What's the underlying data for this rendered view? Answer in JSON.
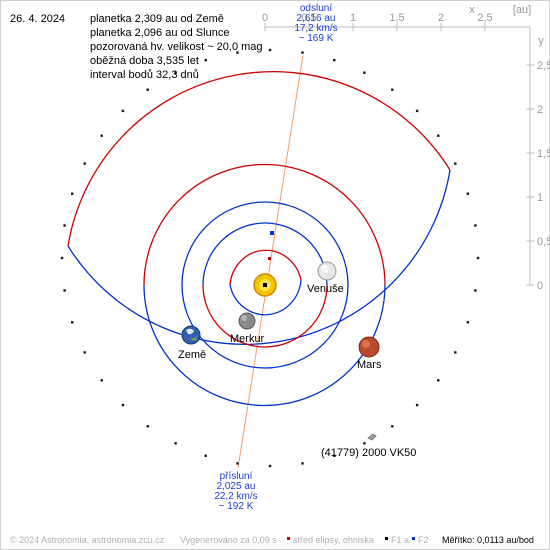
{
  "info": {
    "date": "26. 4. 2024",
    "line1": "planetka 2,309 au od Země",
    "line2": "planetka 2,096 au od Slunce",
    "line3": "pozorovaná hv. velikost ~ 20,0 mag",
    "line4": "oběžná doba 3,535 let",
    "line5": "interval bodů 32,3 dnů"
  },
  "axes": {
    "unit": "[au]",
    "x_letter": "x",
    "y_letter": "y",
    "x_ticks": [
      "0",
      "0,5",
      "1",
      "1,5",
      "2",
      "2,5"
    ],
    "y_ticks": [
      "2,5",
      "2",
      "1,5",
      "1",
      "0,5",
      "0"
    ]
  },
  "aphelion": {
    "title": "odsluní",
    "distance": "2,616 au",
    "speed": "17,2 km/s",
    "temp": "~ 169 K"
  },
  "perihelion": {
    "title": "přísluní",
    "distance": "2,025 au",
    "speed": "22,2 km/s",
    "temp": "~ 192 K"
  },
  "planets": {
    "venus": "Venuše",
    "mercury": "Merkur",
    "earth": "Země",
    "mars": "Mars"
  },
  "asteroid_label": "(41779) 2000 VK50",
  "footer": {
    "copyright": "© 2024 Astronomia, astronomia.zcu.cz",
    "generated": "Vygenerováno za 0,09 s",
    "center_label": "střed elipsy, ohniska",
    "f1": "F1 a",
    "f2": "F2",
    "scale": "Měřítko: 0,0113 au/bod"
  },
  "colors": {
    "above": "#cc0000",
    "below": "#0033cc",
    "axis": "#bdbdbd",
    "apsis_line": "#f0a070"
  }
}
